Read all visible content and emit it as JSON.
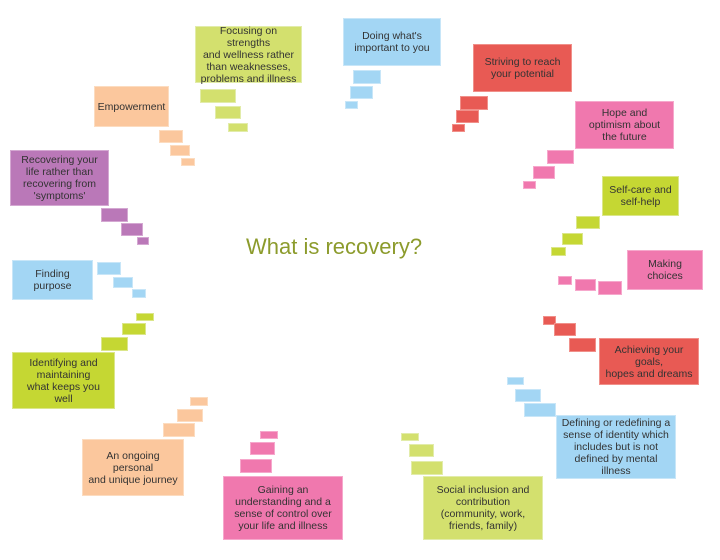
{
  "title": "What is recovery?",
  "colors": {
    "title": "#8c9b2c",
    "green": "#d3e06e",
    "lime": "#c5d733",
    "blue": "#a3d6f4",
    "red": "#e85a54",
    "pink": "#f078ae",
    "peach": "#fbc79d",
    "purple": "#ba78b8"
  },
  "items": [
    {
      "text": "Focusing on strengths\nand wellness rather\nthan weaknesses,\nproblems and illness",
      "color": "green"
    },
    {
      "text": "Doing what's\nimportant to you",
      "color": "blue"
    },
    {
      "text": "Striving to reach\nyour potential",
      "color": "red"
    },
    {
      "text": "Hope and\noptimism about\nthe future",
      "color": "pink"
    },
    {
      "text": "Self-care and\nself-help",
      "color": "lime"
    },
    {
      "text": "Making choices",
      "color": "pink"
    },
    {
      "text": "Achieving your goals,\nhopes and dreams",
      "color": "red"
    },
    {
      "text": "Defining or redefining a\nsense of identity which\nincludes but is not\ndefined by mental illness",
      "color": "blue"
    },
    {
      "text": "Social inclusion and\ncontribution\n(community, work,\nfriends, family)",
      "color": "green"
    },
    {
      "text": "Gaining an\nunderstanding and a\nsense of control over\nyour life and illness",
      "color": "pink"
    },
    {
      "text": "An ongoing personal\nand unique journey",
      "color": "peach"
    },
    {
      "text": "Identifying and\nmaintaining\nwhat keeps you well",
      "color": "lime"
    },
    {
      "text": "Finding purpose",
      "color": "blue"
    },
    {
      "text": "Recovering your\nlife rather than\nrecovering from\n'symptoms'",
      "color": "purple"
    },
    {
      "text": "Empowerment",
      "color": "peach"
    }
  ]
}
